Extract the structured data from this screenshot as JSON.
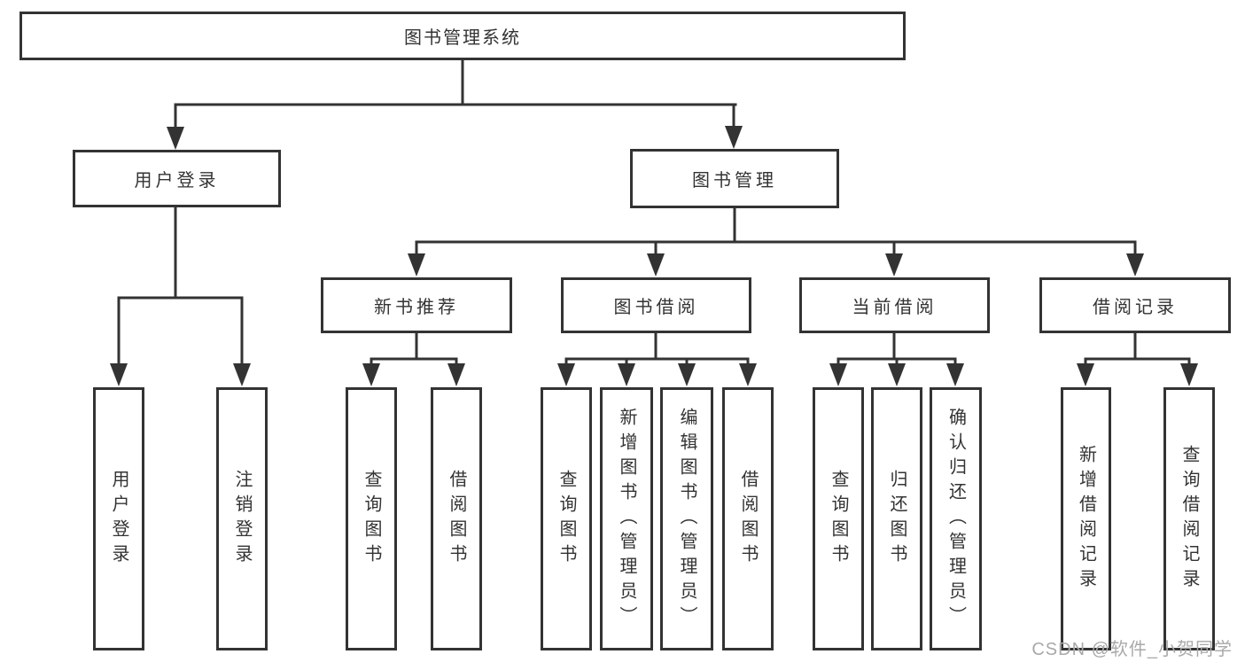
{
  "nodes": {
    "root": {
      "label": "图书管理系统"
    },
    "user_login": {
      "label": "用户登录"
    },
    "book_mgmt": {
      "label": "图书管理"
    },
    "new_book_rec": {
      "label": "新书推荐"
    },
    "book_borrow": {
      "label": "图书借阅"
    },
    "current_borrow": {
      "label": "当前借阅"
    },
    "borrow_record": {
      "label": "借阅记录"
    }
  },
  "leaves": [
    {
      "group": "user_login",
      "label": "用户登录"
    },
    {
      "group": "user_login",
      "label": "注销登录"
    },
    {
      "group": "new_book_rec",
      "label": "查询图书"
    },
    {
      "group": "new_book_rec",
      "label": "借阅图书"
    },
    {
      "group": "book_borrow",
      "label": "查询图书"
    },
    {
      "group": "book_borrow",
      "label": "新增图书（管理员）"
    },
    {
      "group": "book_borrow",
      "label": "编辑图书（管理员）"
    },
    {
      "group": "book_borrow",
      "label": "借阅图书"
    },
    {
      "group": "current_borrow",
      "label": "查询图书"
    },
    {
      "group": "current_borrow",
      "label": "归还图书"
    },
    {
      "group": "current_borrow",
      "label": "确认归还（管理员）"
    },
    {
      "group": "borrow_record",
      "label": "新增借阅记录"
    },
    {
      "group": "borrow_record",
      "label": "查询借阅记录"
    }
  ],
  "watermark": {
    "text": "CSDN @软件_小贺同学"
  },
  "colors": {
    "line": "#333333",
    "text": "#333333",
    "watermark": "#a9a9a9",
    "background": "#ffffff"
  }
}
